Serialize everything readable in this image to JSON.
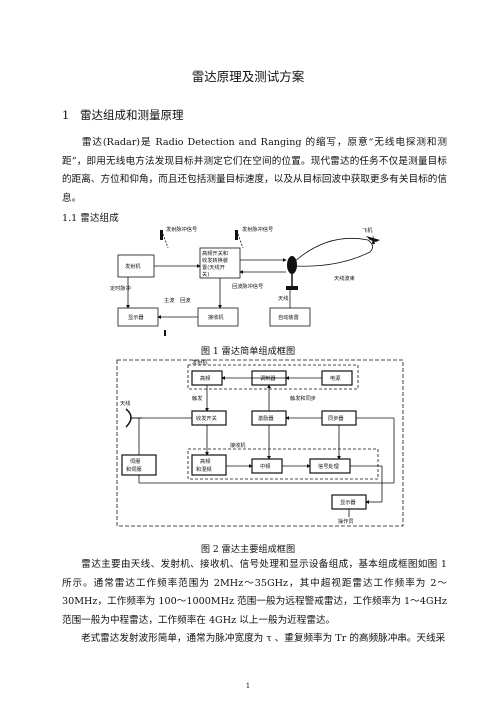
{
  "doc": {
    "title": "雷达原理及测试方案",
    "section1_num": "1",
    "section1_title": "雷达组成和测量原理",
    "para1": "雷达(Radar)是 Radio Detection and Ranging 的缩写，原意“无线电探测和测距”，即用无线电方法发现目标并测定它们在空间的位置。现代雷达的任务不仅是测量目标的距离、方位和仰角，而且还包括测量目标速度，以及从目标回波中获取更多有关目标的信息。",
    "section1_1": "1.1  雷达组成",
    "fig1_caption": "图 1  雷达简单组成框图",
    "fig2_caption": "图 2  雷达主要组成框图",
    "para2": "雷达主要由天线、发射机、接收机、信号处理和显示设备组成，基本组成框图如图 1 所示。通常雷达工作频率范围为 2MHz～35GHz，其中超视距雷达工作频率为 2～30MHz，工作频率为 100～1000MHz 范围一般为远程警戒雷达，工作频率为 1～4GHz 范围一般为中程雷达，工作频率在 4GHz 以上一般为近程雷达。",
    "para3": "老式雷达发射波形简单，通常为脉冲宽度为 τ 、重复频率为 Tr 的高频脉冲串。天线采",
    "page_number": "1"
  },
  "fig1": {
    "transmitter": "发射机",
    "tx_pulse_a": "发射脉冲信号",
    "tx_pulse_b": "发射脉冲信号",
    "duplexer_l1": "高频开关和",
    "duplexer_l2": "收发转换装",
    "duplexer_l3": "置(天线开",
    "duplexer_l4": "关)",
    "aircraft": "飞机",
    "beam": "天线波束",
    "timing": "定时脉冲",
    "main_wave": "主波",
    "echo": "回波",
    "echo_signal": "回波脉冲信号",
    "antenna": "天线",
    "display": "显示器",
    "receiver": "接收机",
    "servo": "自动装置"
  },
  "fig2": {
    "transmitter_group": "发射机",
    "hf": "高频",
    "modulator": "调制器",
    "power": "电源",
    "antenna": "天线",
    "trigger": "触发",
    "sync": "触发和同步",
    "duplexer": "收发开关",
    "exciter": "激励器",
    "synchronizer": "同步器",
    "receiver": "接收机",
    "rf_l1": "高频",
    "rf_l2": "和混频",
    "if": "中频",
    "sp": "信号处理",
    "servo_l1": "伺服",
    "servo_l2": "和伺服",
    "display": "显示器",
    "operator": "操作员"
  }
}
